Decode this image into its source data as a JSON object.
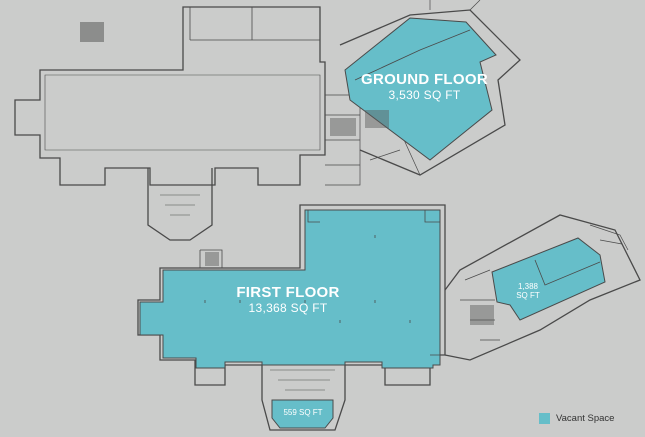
{
  "colors": {
    "background": "#cbcccb",
    "vacant": "#66bec9",
    "wall": "#4a4a4a",
    "fixture": "#5a5a5a",
    "label_text": "#ffffff"
  },
  "labels": {
    "ground_floor_name": "GROUND FLOOR",
    "ground_floor_area": "3,530 SQ FT",
    "first_floor_name": "FIRST FLOOR",
    "first_floor_area": "13,368 SQ FT",
    "east_unit_area_line1": "1,388",
    "east_unit_area_line2": "SQ FT",
    "south_unit_area": "559 SQ FT"
  },
  "legend": {
    "label": "Vacant Space",
    "icon": "teal-square-swatch"
  }
}
